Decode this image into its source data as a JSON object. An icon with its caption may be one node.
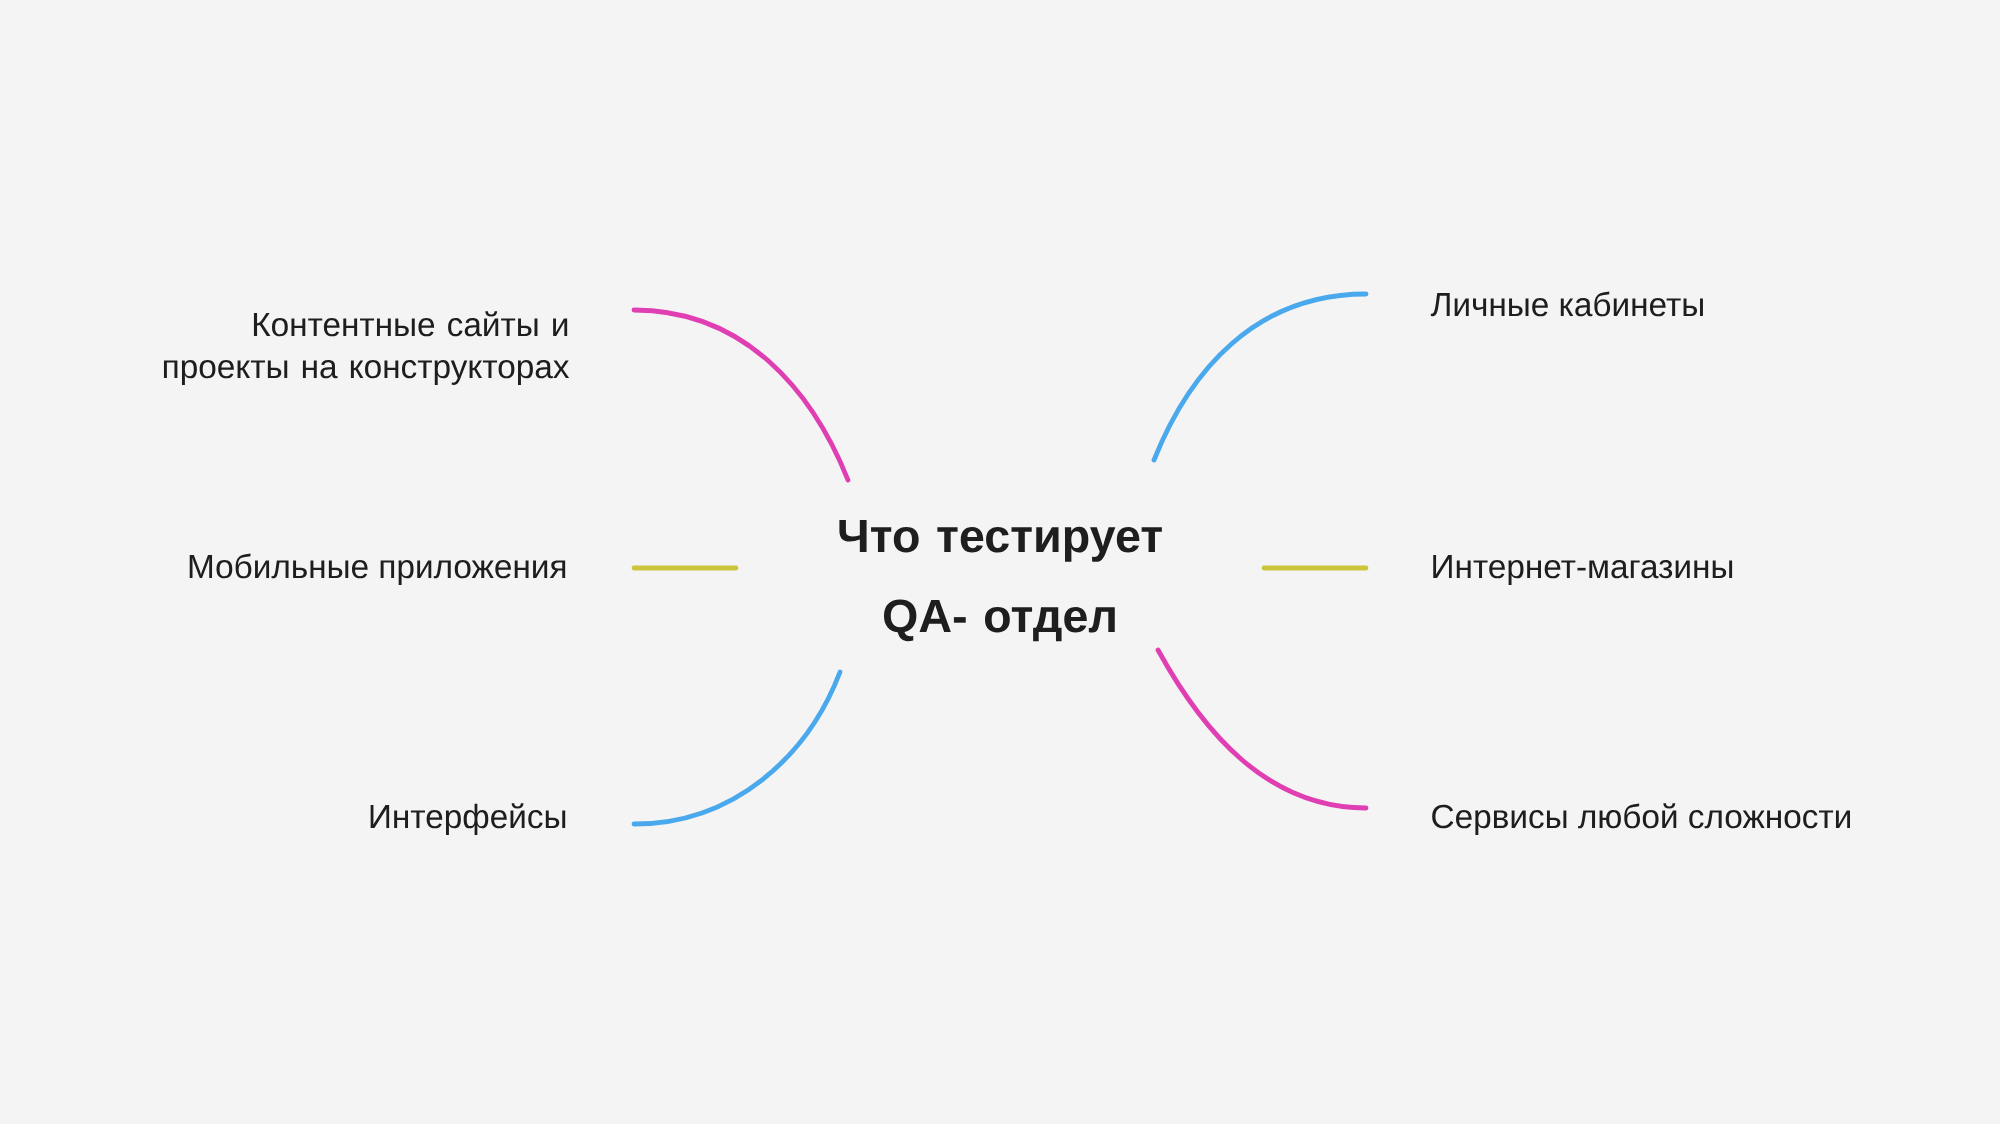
{
  "diagram": {
    "nodes": [
      {
        "text": [
          "Что тестирует QA- отдел"
        ]
      },
      {
        "text": [
          "Контентные сайты и проекты на конструкторах"
        ]
      },
      {
        "text": [
          "Мобильные приложения"
        ]
      },
      {
        "text": [
          "Интерфейсы"
        ]
      },
      {
        "text": [
          "Личные кабинеты"
        ]
      },
      {
        "text": [
          "Интернет-магазины"
        ]
      },
      {
        "text": [
          "Сервисы любой сложности"
        ]
      }
    ],
    "edges": [
      {
        "from": 0,
        "to": 1,
        "arrow": "none",
        "color": "#e03fb3"
      },
      {
        "from": 0,
        "to": 2,
        "arrow": "none",
        "color": "#cbc63c"
      },
      {
        "from": 0,
        "to": 3,
        "arrow": "none",
        "color": "#4aa8ec"
      },
      {
        "from": 0,
        "to": 4,
        "arrow": "none",
        "color": "#4aa8ec"
      },
      {
        "from": 0,
        "to": 5,
        "arrow": "none",
        "color": "#cbc63c"
      },
      {
        "from": 0,
        "to": 6,
        "arrow": "none",
        "color": "#e03fb3"
      }
    ]
  }
}
